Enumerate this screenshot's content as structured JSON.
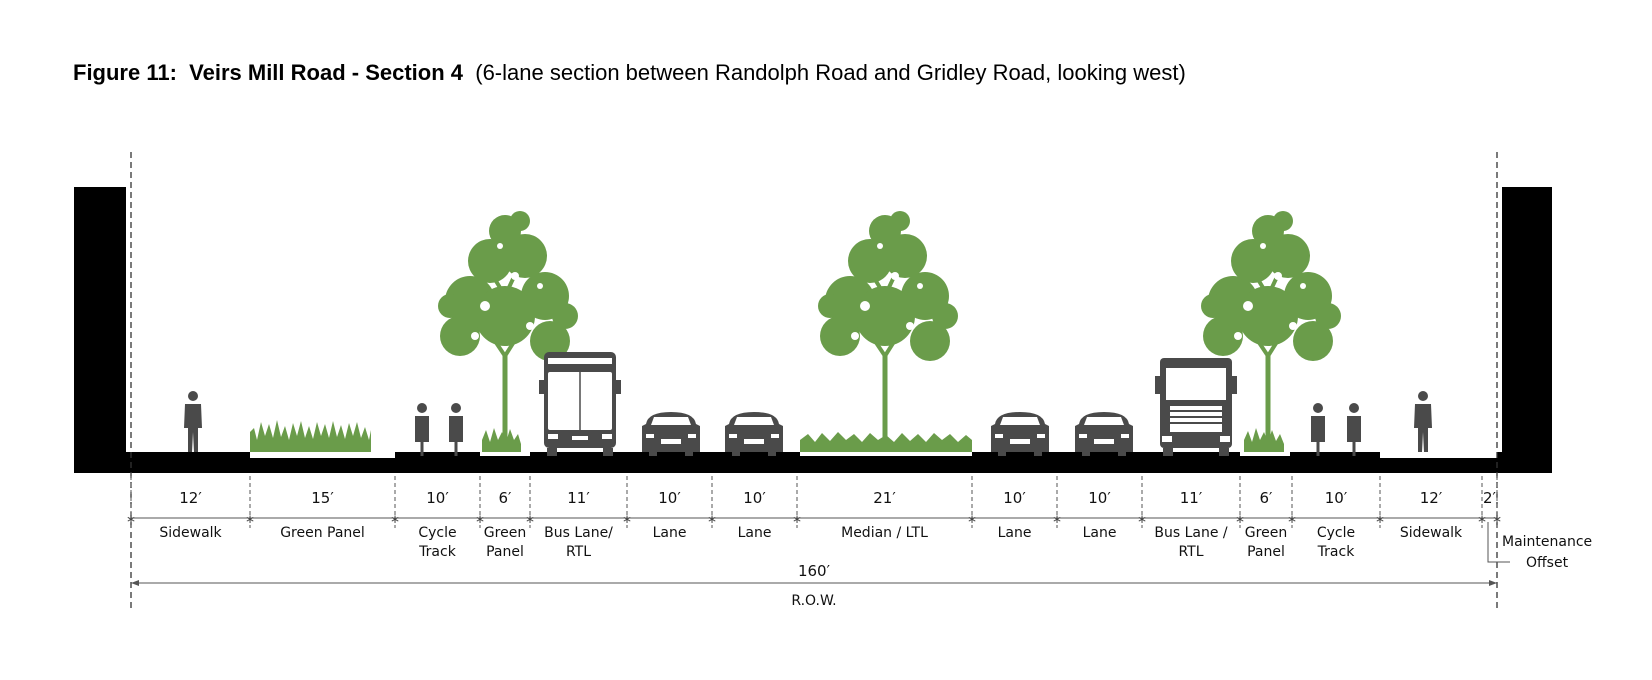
{
  "figure": {
    "number": "Figure 11:",
    "name": "Veirs Mill Road - Section 4",
    "description": "(6-lane section between Randolph Road and Gridley Road, looking west)"
  },
  "segments": [
    {
      "width": "12′",
      "label": [
        "Sidewalk"
      ]
    },
    {
      "width": "15′",
      "label": [
        "Green Panel"
      ]
    },
    {
      "width": "10′",
      "label": [
        "Cycle",
        "Track"
      ]
    },
    {
      "width": "6′",
      "label": [
        "Green",
        "Panel"
      ]
    },
    {
      "width": "11′",
      "label": [
        "Bus Lane/",
        "RTL"
      ]
    },
    {
      "width": "10′",
      "label": [
        "Lane"
      ]
    },
    {
      "width": "10′",
      "label": [
        "Lane"
      ]
    },
    {
      "width": "21′",
      "label": [
        "Median / LTL"
      ]
    },
    {
      "width": "10′",
      "label": [
        "Lane"
      ]
    },
    {
      "width": "10′",
      "label": [
        "Lane"
      ]
    },
    {
      "width": "11′",
      "label": [
        "Bus Lane /",
        "RTL"
      ]
    },
    {
      "width": "6′",
      "label": [
        "Green",
        "Panel"
      ]
    },
    {
      "width": "10′",
      "label": [
        "Cycle",
        "Track"
      ]
    },
    {
      "width": "12′",
      "label": [
        "Sidewalk"
      ]
    },
    {
      "width": "2′",
      "label": []
    }
  ],
  "maintenance_offset": [
    "Maintenance",
    "Offset"
  ],
  "total": {
    "width": "160′",
    "label": "R.O.W."
  },
  "colors": {
    "ground": "#000000",
    "vegetation": "#6a9c4a",
    "vehicle": "#4a4a4a",
    "dim_line": "#555555"
  }
}
